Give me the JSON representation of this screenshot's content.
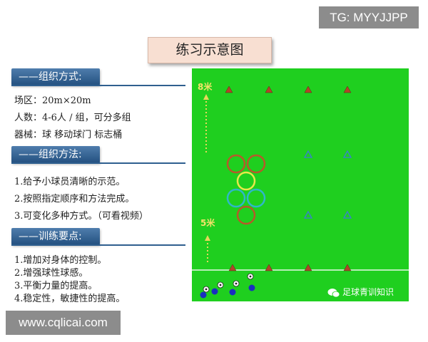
{
  "watermark_top": "TG: MYYJJPP",
  "watermark_bottom": "www.cqlicai.com",
  "title": "练习示意图",
  "sections": [
    {
      "header": "——组织方式:",
      "lines": [
        "场区：20m×20m",
        "人数：4-6人 / 组，可分多组",
        "器械：球  移动球门  标志桶"
      ]
    },
    {
      "header": "——组织方法:",
      "lines": [
        "1.给予小球员清晰的示范。",
        "2.按照指定顺序和方法完成。",
        "3.可变化多种方式。（可看视频）"
      ]
    },
    {
      "header": "——训练要点:",
      "lines": [
        "1.增加对身体的控制。",
        "2.增强球性球感。",
        "3.平衡力量的提高。",
        "4.稳定性，敏捷性的提高。"
      ]
    }
  ],
  "diagram": {
    "label_top": "8米",
    "label_mid": "5米",
    "brand": "足球青训知识",
    "colors": {
      "field": "#1fcf1f",
      "cone_red": "#b0452a",
      "cone_blue": "#3a7fd0",
      "ring_orange": "#b65a2a",
      "ring_yellow": "#e8e84a",
      "ring_cyan": "#2fb7c8",
      "player_blue": "#1a2fc0",
      "arrow_dots": "#e8d85a"
    }
  }
}
